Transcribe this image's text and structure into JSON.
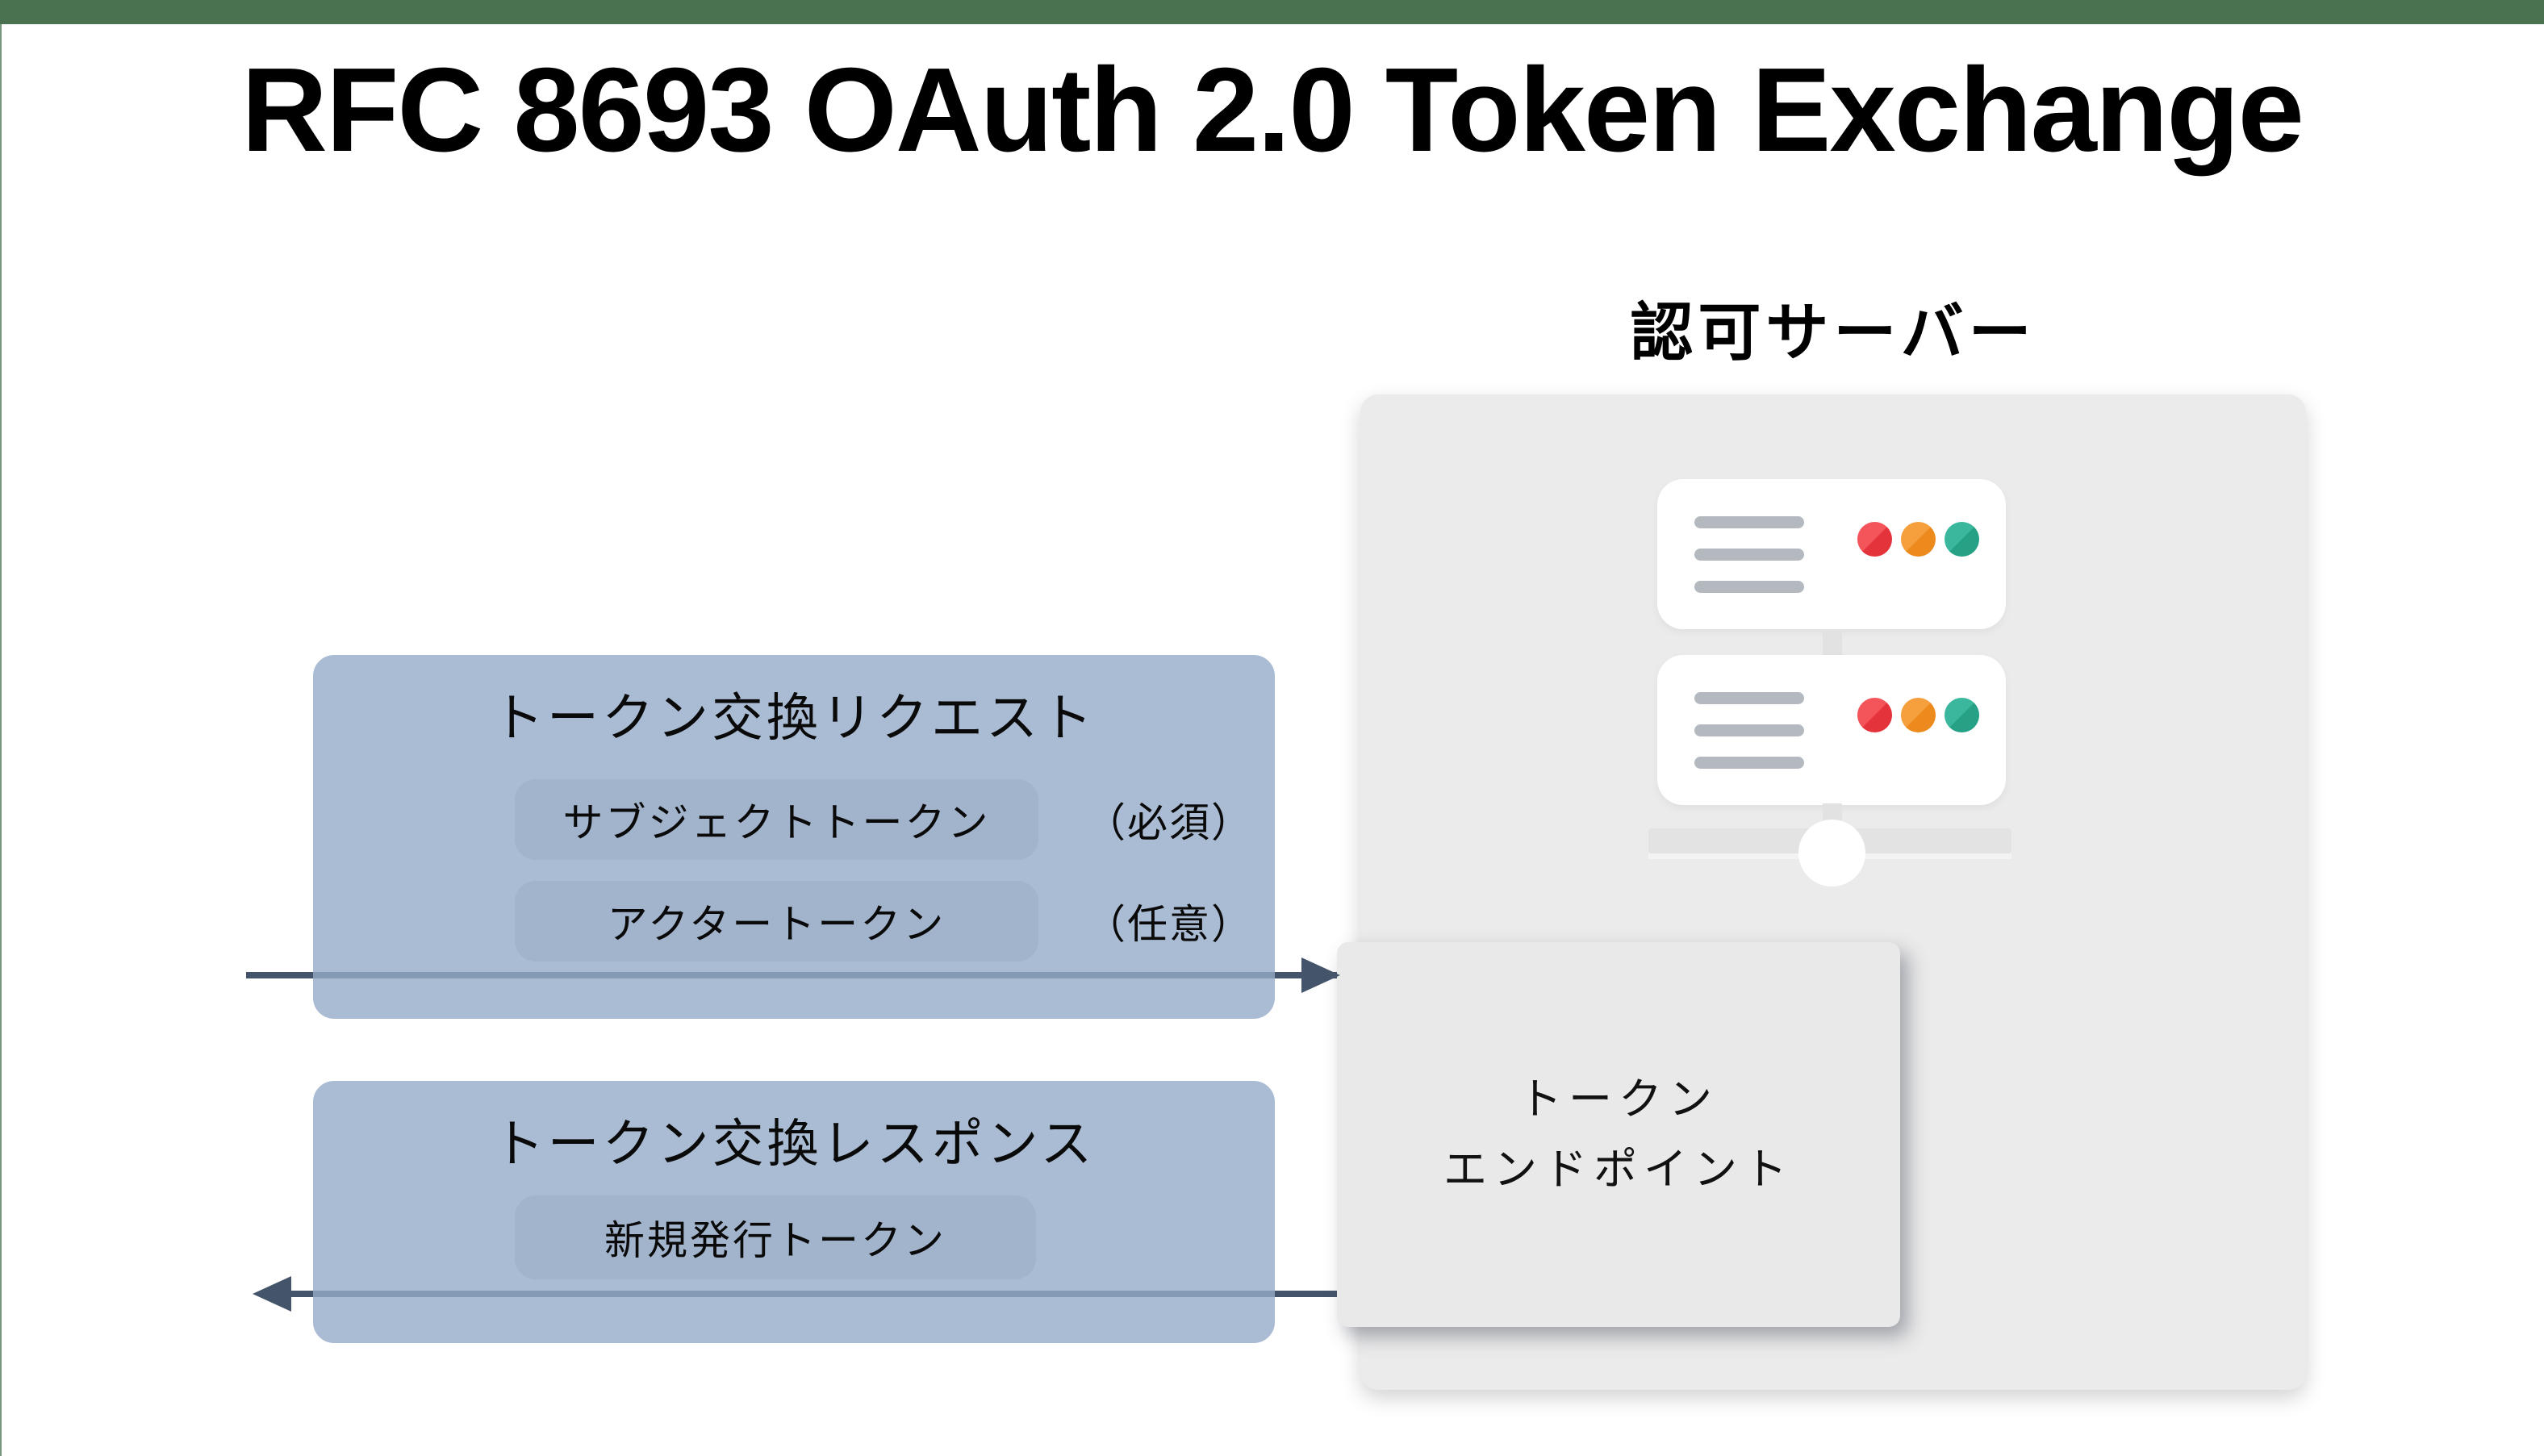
{
  "slide": {
    "title": "RFC 8693 OAuth 2.0 Token Exchange"
  },
  "auth_server": {
    "label": "認可サーバー",
    "token_endpoint": {
      "line1": "トークン",
      "line2": "エンドポイント"
    }
  },
  "request": {
    "title": "トークン交換リクエスト",
    "items": [
      {
        "label": "サブジェクトトークン",
        "annotation": "（必須）"
      },
      {
        "label": "アクタートークン",
        "annotation": "（任意）"
      }
    ]
  },
  "response": {
    "title": "トークン交換レスポンス",
    "items": [
      {
        "label": "新規発行トークン"
      }
    ]
  },
  "colors": {
    "top_bar_green": "#4a7150",
    "message_box_blue": "#abbdd4",
    "inner_box_blue": "#a2b4cc",
    "arrow_dark_slate": "#44546a",
    "server_panel_gray": "#ebebeb",
    "endpoint_box_gray": "#e9e9e9",
    "server_line_gray": "#b3b9be",
    "dot_red": "#ea3b43",
    "dot_orange": "#f0922c",
    "dot_teal": "#2fae93"
  }
}
